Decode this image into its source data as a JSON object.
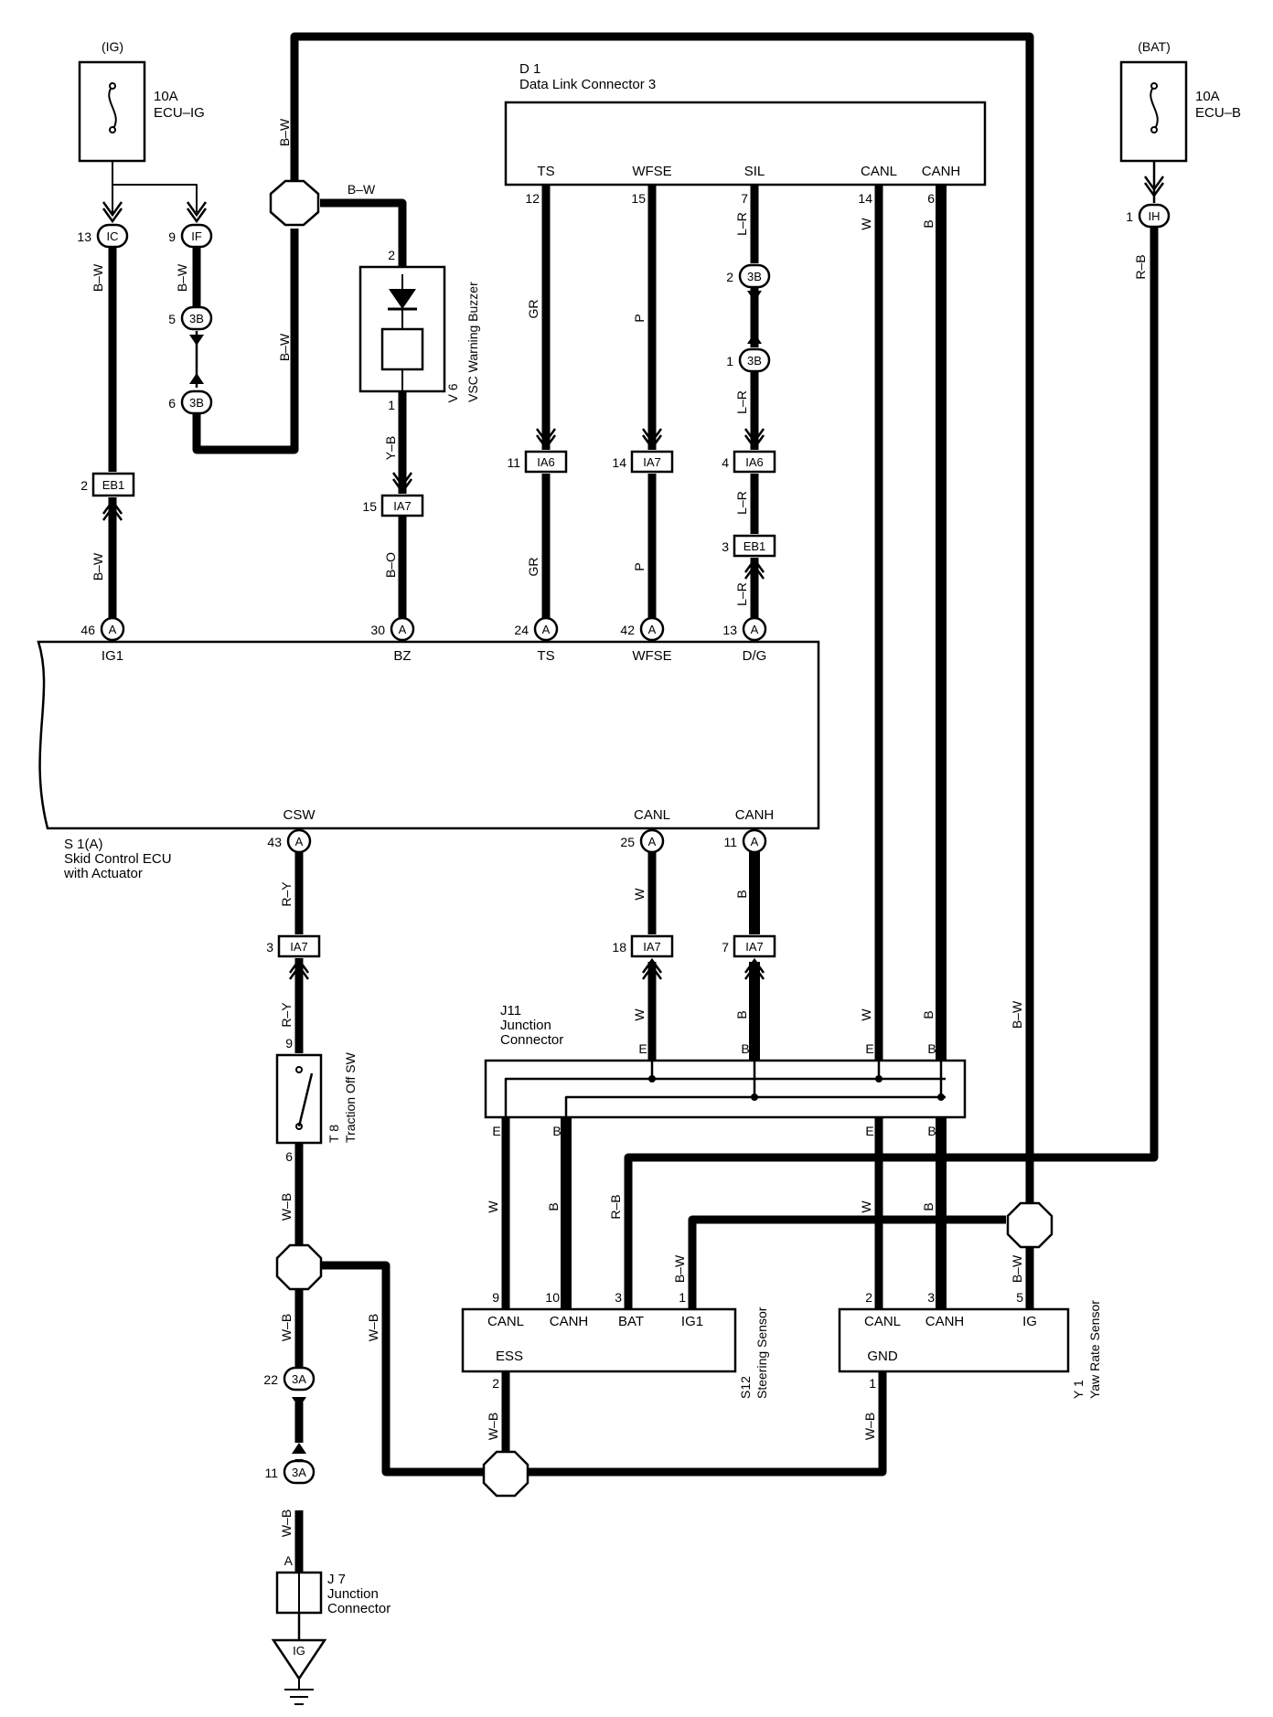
{
  "fuses": {
    "ig": {
      "source": "(IG)",
      "rating": "10A",
      "name": "ECU–IG"
    },
    "bat": {
      "source": "(BAT)",
      "rating": "10A",
      "name": "ECU–B"
    }
  },
  "dlc": {
    "ref": "D 1",
    "name": "Data Link Connector 3",
    "pins": [
      "TS",
      "WFSE",
      "SIL",
      "CANL",
      "CANH"
    ],
    "pin_numbers": [
      "12",
      "15",
      "7",
      "14",
      "6"
    ]
  },
  "buzzer": {
    "ref": "V 6",
    "name": "VSC Warning Buzzer",
    "pin_top": "2",
    "pin_bottom": "1"
  },
  "ecu": {
    "ref": "S 1(A)",
    "name_line1": "Skid Control ECU",
    "name_line2": "with Actuator",
    "top_pins": [
      "IG1",
      "BZ",
      "TS",
      "WFSE",
      "D/G"
    ],
    "top_numbers": [
      "46",
      "30",
      "24",
      "42",
      "13"
    ],
    "bottom_pins": [
      "CSW",
      "CANL",
      "CANH"
    ],
    "bottom_numbers": [
      "43",
      "25",
      "11"
    ],
    "letter": "A"
  },
  "junction": {
    "ref": "J11",
    "name_line1": "Junction",
    "name_line2": "Connector"
  },
  "traction": {
    "ref": "T 8",
    "name": "Traction Off SW",
    "pin_top": "9",
    "pin_bottom": "6"
  },
  "steering": {
    "ref": "S12",
    "name": "Steering Sensor",
    "pins": [
      "CANL",
      "CANH",
      "BAT",
      "IG1"
    ],
    "pin_numbers": [
      "9",
      "10",
      "3",
      "1"
    ],
    "gnd_label": "ESS",
    "gnd_pin": "2"
  },
  "yaw": {
    "ref": "Y 1",
    "name": "Yaw Rate Sensor",
    "pins": [
      "CANL",
      "CANH",
      "IG"
    ],
    "pin_numbers": [
      "2",
      "3",
      "5"
    ],
    "gnd_label": "GND",
    "gnd_pin": "1"
  },
  "jc7": {
    "ref": "J 7",
    "name_line1": "Junction",
    "name_line2": "Connector",
    "pin": "A"
  },
  "ground": {
    "label": "IG"
  },
  "connectors": [
    {
      "id": "IC",
      "pin": "13"
    },
    {
      "id": "IF",
      "pin": "9"
    },
    {
      "id": "3B",
      "pin": "5"
    },
    {
      "id": "3B",
      "pin": "6"
    },
    {
      "id": "3B",
      "pin": "2"
    },
    {
      "id": "3B",
      "pin": "1"
    },
    {
      "id": "IH",
      "pin": "1"
    },
    {
      "id": "3A",
      "pin": "22"
    },
    {
      "id": "3A",
      "pin": "11"
    }
  ],
  "rect_connectors": [
    {
      "id": "EB1",
      "pin": "2"
    },
    {
      "id": "IA7",
      "pin": "15"
    },
    {
      "id": "IA6",
      "pin": "11"
    },
    {
      "id": "IA7",
      "pin": "14"
    },
    {
      "id": "IA6",
      "pin": "4"
    },
    {
      "id": "EB1",
      "pin": "3"
    },
    {
      "id": "IA7",
      "pin": "3"
    },
    {
      "id": "IA7",
      "pin": "18"
    },
    {
      "id": "IA7",
      "pin": "7"
    }
  ],
  "wire_colors": {
    "bw": "B–W",
    "gr": "GR",
    "p": "P",
    "lr": "L–R",
    "w": "W",
    "b": "B",
    "yb": "Y–B",
    "bo": "B–O",
    "ry": "R–Y",
    "rb": "R–B",
    "wb": "W–B"
  },
  "junction_pins": {
    "e": "E",
    "b": "B"
  },
  "colors": {
    "line": "#000000",
    "background": "#ffffff"
  }
}
